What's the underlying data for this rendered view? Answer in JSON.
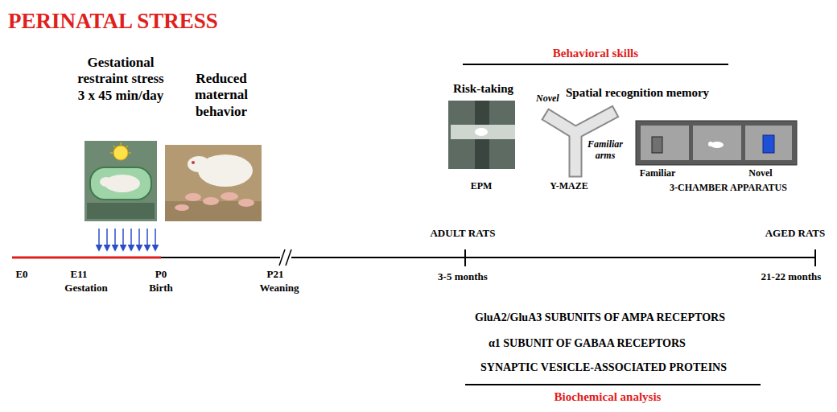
{
  "diagram": {
    "title": "PERINATAL STRESS",
    "labels": [
      "Gestational restraint stress 3 x 45 min/day",
      "Reduced maternal behavior",
      "Behavioral skills",
      "Risk-taking",
      "Spatial recognition memory",
      "Novel",
      "Familiar arms",
      "Familiar",
      "Novel",
      "EPM",
      "Y-MAZE",
      "3-CHAMBER APPARATUS",
      "ADULT RATS",
      "AGED RATS",
      "E0",
      "E11",
      "Gestation",
      "P0",
      "Birth",
      "P21",
      "Weaning",
      "3-5 months",
      "21-22 months",
      "GluA2/GluA3 SUBUNITS OF AMPA RECEPTORS",
      "α1 SUBUNIT OF GABAA RECEPTORS",
      "SYNAPTIC VESICLE-ASSOCIATED PROTEINS",
      "Biochemical analysis"
    ]
  }
}
